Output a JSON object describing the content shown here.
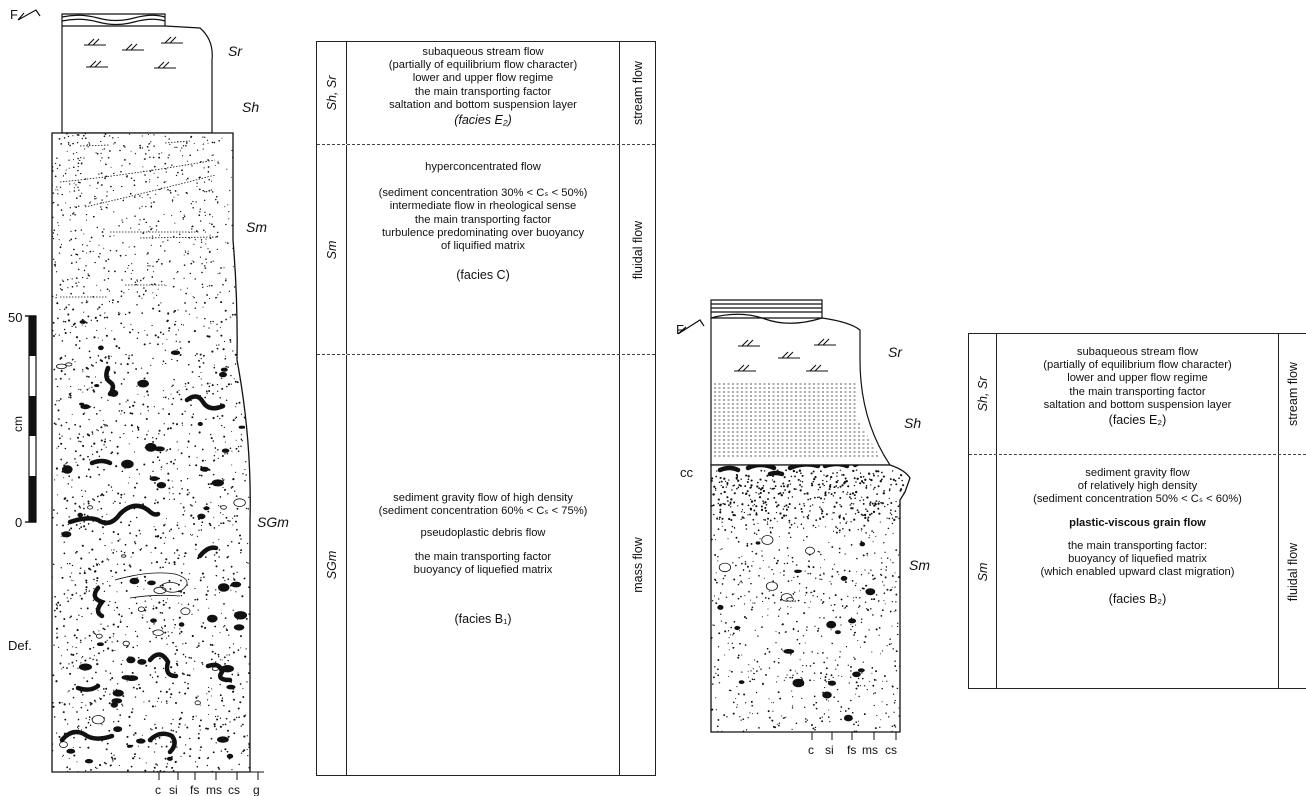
{
  "left_log": {
    "fault_mark": "F",
    "facies_labels": [
      "Sr",
      "Sh",
      "Sm",
      "SGm"
    ],
    "scale": {
      "top": "50",
      "unit": "cm",
      "bottom": "0"
    },
    "deformation_label": "Def.",
    "grain_size_axis": [
      "c",
      "si",
      "fs",
      "ms",
      "cs",
      "g"
    ]
  },
  "table1": {
    "rows": [
      {
        "facies_code": "Sh, Sr",
        "lines": [
          "subaqueous stream flow",
          "(partially of equilibrium flow character)",
          "lower and upper flow regime",
          "the main transporting factor",
          "saltation and bottom suspension layer"
        ],
        "facies": "(facies E₂)",
        "flow_type": "stream flow"
      },
      {
        "facies_code": "Sm",
        "lines": [
          "hyperconcentrated flow",
          "",
          "(sediment concentration 30% < Cₛ < 50%)",
          "intermediate flow in rheological sense",
          "the main transporting factor",
          "turbulence predominating over buoyancy",
          "of liquified matrix"
        ],
        "facies": "(facies C)",
        "flow_type": "fluidal flow"
      },
      {
        "facies_code": "SGm",
        "lines": [
          "sediment gravity flow of high density",
          "(sediment concentration 60% < Cₛ < 75%)",
          "pseudoplastic debris flow",
          "the main transporting factor",
          "buoyancy of liquefied matrix"
        ],
        "facies": "(facies B₁)",
        "flow_type": "mass flow"
      }
    ]
  },
  "right_log": {
    "fault_mark": "F",
    "facies_labels": [
      "Sr",
      "Sh",
      "Sm"
    ],
    "contact_label": "cc",
    "grain_size_axis": [
      "c",
      "si",
      "fs",
      "ms",
      "cs"
    ]
  },
  "table2": {
    "rows": [
      {
        "facies_code": "Sh, Sr",
        "lines": [
          "subaqueous stream flow",
          "(partially of equilibrium flow character)",
          "lower and upper flow regime",
          "the main transporting factor",
          "saltation and bottom suspension layer"
        ],
        "facies": "(facies E₂)",
        "flow_type": "stream flow"
      },
      {
        "facies_code": "Sm",
        "lines": [
          "sediment gravity flow",
          "of relatively high density",
          "(sediment concentration 50% < Cₛ < 60%)",
          "plastic-viscous grain flow",
          "the main transporting factor:",
          "buoyancy of liquefied matrix",
          "(which enabled upward clast migration)"
        ],
        "facies": "(facies B₂)",
        "flow_type": "fluidal flow"
      }
    ]
  }
}
